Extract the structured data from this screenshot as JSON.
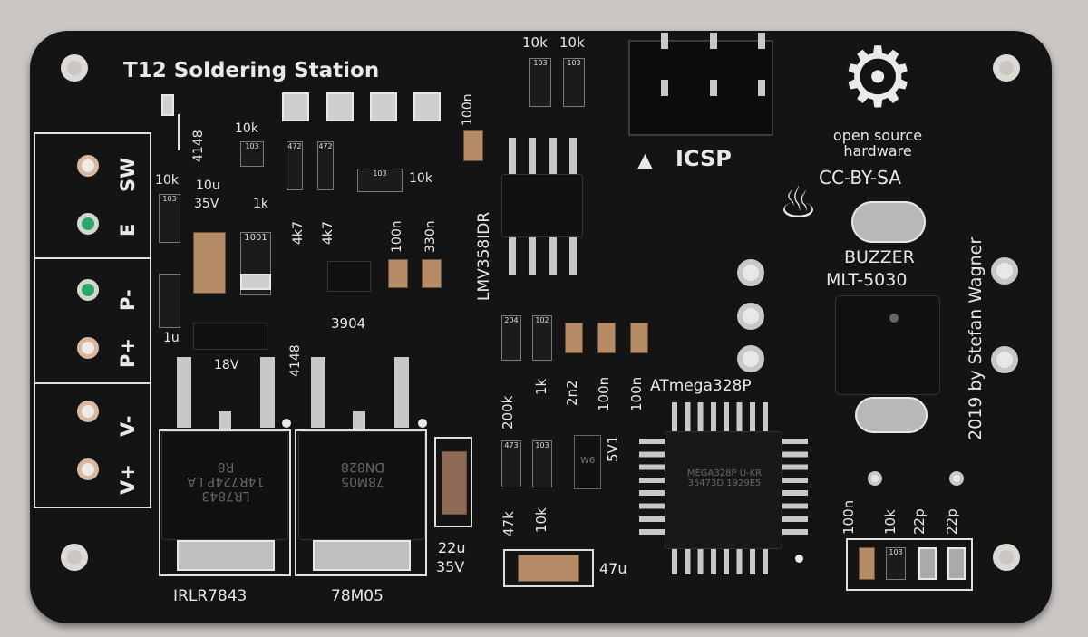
{
  "board": {
    "title": "T12 Soldering Station",
    "terminal_labels": [
      "SW",
      "E",
      "P-",
      "P+",
      "V-",
      "V+"
    ],
    "designator_labels": {
      "d4148_top": "4148",
      "r10k_a": "10k",
      "r10k_b": "10k",
      "c10u": "10u",
      "c35v": "35V",
      "r1k": "1k",
      "r4k7_a": "4k7",
      "r4k7_b": "4k7",
      "c100n_a": "100n",
      "c330n": "330n",
      "r10k_c": "10k",
      "c100n_top": "100n",
      "r10k_top_a": "10k",
      "r10k_top_b": "10k",
      "icsp": "ICSP",
      "opamp": "LMV358IDR",
      "c1u": "1u",
      "q3904": "3904",
      "d4148_bot": "4148",
      "z18v": "18V",
      "r200k": "200k",
      "r1k_b": "1k",
      "c2n2": "2n2",
      "c100n_b": "100n",
      "c100n_c": "100n",
      "mcu": "ATmega328P",
      "r47k": "47k",
      "r10k_d": "10k",
      "z5v1": "5V1",
      "c22u": "22u",
      "c35v_b": "35V",
      "c47u": "47u",
      "mosfet": "IRLR7843",
      "regulator": "78M05",
      "c100n_d": "100n",
      "r10k_e": "10k",
      "c22p_a": "22p",
      "c22p_b": "22p"
    },
    "osh_text": "open source hardware",
    "license": "CC-BY-SA",
    "buzzer_label": "BUZZER",
    "buzzer_model": "MLT-5030",
    "credit": "2019 by Stefan Wagner",
    "markings": {
      "mosfet_text": "LR7843 14R724P LA R8",
      "regulator_text": "78M05 DN828",
      "mcu_text": "MEGA328P U-KR 35473D 1929E5",
      "res_103": "103",
      "res_472": "472",
      "res_1001": "1001",
      "res_204": "204",
      "res_102": "102",
      "res_473": "473",
      "diode_w6": "W6"
    }
  }
}
